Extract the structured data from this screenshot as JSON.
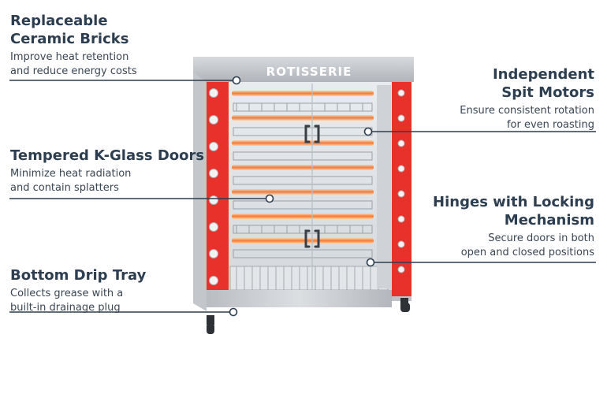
{
  "brand": {
    "logo_text": "ROTISSERIE"
  },
  "features": [
    {
      "title_lines": [
        "Replaceable",
        "Ceramic Bricks"
      ],
      "desc_lines": [
        "Improve heat retention",
        "and reduce energy costs"
      ]
    },
    {
      "title_lines": [
        "Tempered K-Glass Doors"
      ],
      "desc_lines": [
        "Minimize heat radiation",
        "and contain splatters"
      ]
    },
    {
      "title_lines": [
        "Bottom Drip Tray"
      ],
      "desc_lines": [
        "Collects grease with a",
        "built-in drainage plug"
      ]
    },
    {
      "title_lines": [
        "Independent",
        "Spit Motors"
      ],
      "desc_lines": [
        "Ensure consistent rotation",
        "for even roasting"
      ]
    },
    {
      "title_lines": [
        "Hinges with Locking",
        "Mechanism"
      ],
      "desc_lines": [
        "Secure doors in both",
        "open and closed positions"
      ]
    }
  ],
  "colors": {
    "frame_red": "#e8312a",
    "steel": "#c9ccd0",
    "heater_glow": "#f07a3a",
    "text": "#2c3e50"
  }
}
